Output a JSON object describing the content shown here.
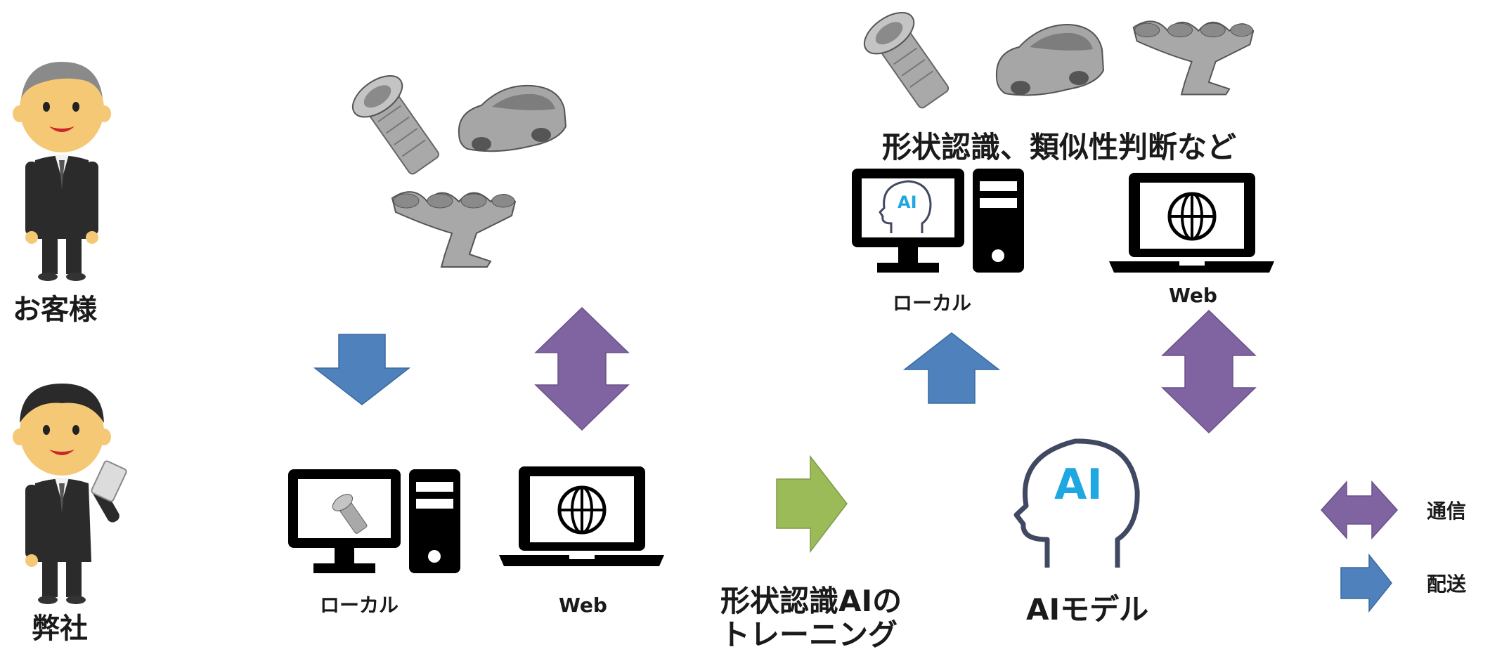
{
  "actors": {
    "customer": "お客様",
    "company": "弊社"
  },
  "left": {
    "local_label": "ローカル",
    "web_label": "Web"
  },
  "training": {
    "line1": "形状認識AIの",
    "line2": "トレーニング"
  },
  "right": {
    "caption": "形状認識、類似性判断など",
    "local_label": "ローカル",
    "web_label": "Web",
    "ai_icon_text": "AI",
    "ai_model_text": "AI",
    "ai_model_label": "AIモデル"
  },
  "legend": {
    "communication": "通信",
    "delivery": "配送"
  },
  "colors": {
    "blue_arrow": "#4f81bd",
    "purple_arrow": "#8064a2",
    "green_arrow": "#9bbb59",
    "ai_blue": "#1ea7e1",
    "ai_outline": "#404862"
  },
  "icons": [
    "person-customer-icon",
    "person-company-icon",
    "bolt-model-icon",
    "car-model-icon",
    "manifold-model-icon",
    "desktop-computer-icon",
    "laptop-icon",
    "globe-icon",
    "ai-head-icon"
  ]
}
